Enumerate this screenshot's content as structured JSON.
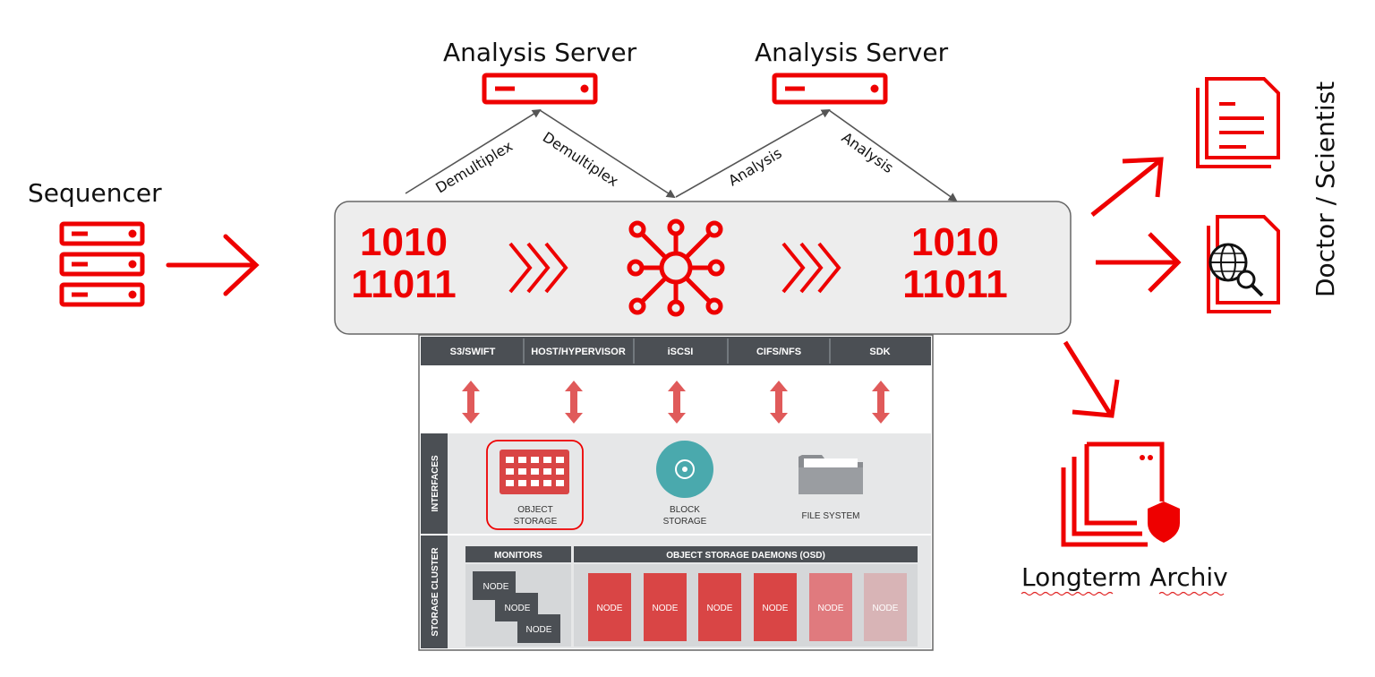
{
  "labels": {
    "sequencer": "Sequencer",
    "analysis_server_1": "Analysis Server",
    "analysis_server_2": "Analysis Server",
    "doctor": "Doctor / Scientist",
    "archive": "Longterm Archiv"
  },
  "edges": {
    "demux_1": "Demultiplex",
    "demux_2": "Demultiplex",
    "analysis_1": "Analysis",
    "analysis_2": "Analysis"
  },
  "pipeline": {
    "binary_line_1": "1010",
    "binary_line_2": "11011"
  },
  "protocols": [
    "S3/SWIFT",
    "HOST/HYPERVISOR",
    "iSCSI",
    "CIFS/NFS",
    "SDK"
  ],
  "interfaces": {
    "section_label": "INTERFACES",
    "object_storage": [
      "OBJECT",
      "STORAGE"
    ],
    "block_storage": [
      "BLOCK",
      "STORAGE"
    ],
    "file_system": "FILE SYSTEM"
  },
  "cluster": {
    "section_label": "STORAGE CLUSTER",
    "monitors_header": "MONITORS",
    "osd_header": "OBJECT STORAGE DAEMONS (OSD)",
    "monitor_nodes": [
      "NODE",
      "NODE",
      "NODE"
    ],
    "osd_nodes": [
      "NODE",
      "NODE",
      "NODE",
      "NODE",
      "NODE",
      "NODE"
    ]
  },
  "colors": {
    "accent_red": "#ee0000",
    "panel_gray": "#ededed",
    "header_dark": "#4b4f54",
    "node_red": "#d9534f",
    "teal": "#4aa9ad"
  }
}
